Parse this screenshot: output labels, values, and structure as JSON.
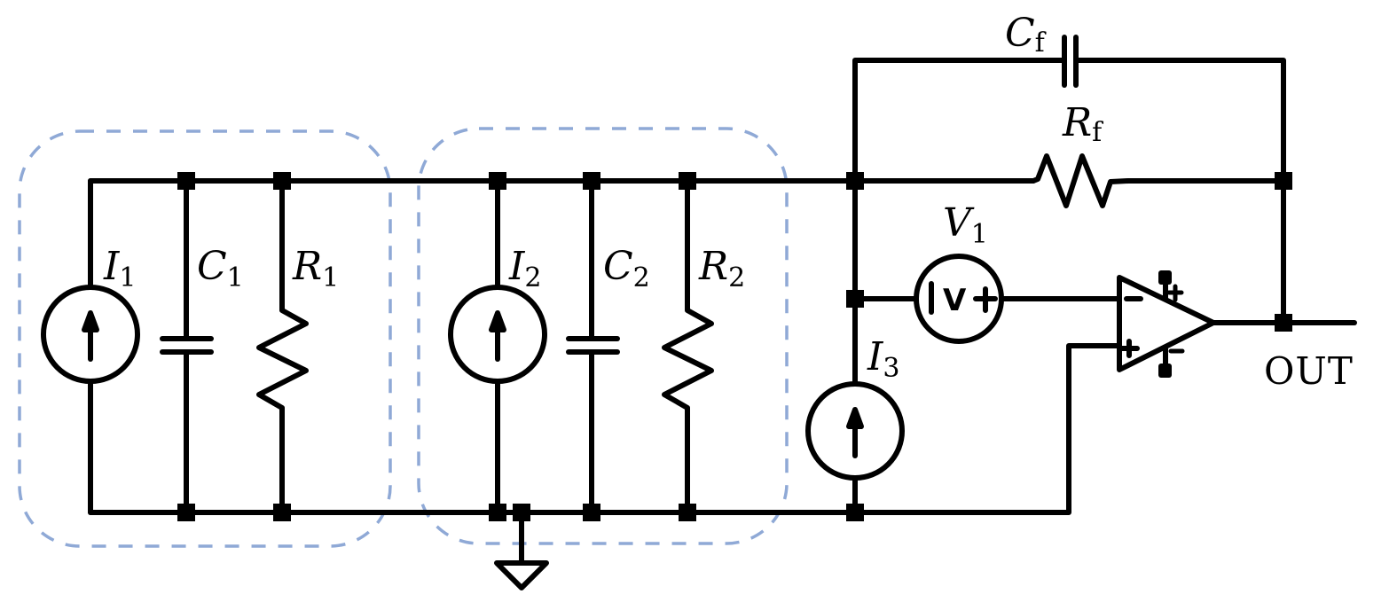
{
  "diagram": {
    "type": "circuit-schematic",
    "group_outline_color": "#8fa9d6",
    "wire_color": "#000000",
    "groups": [
      {
        "id": "stage-1",
        "components": [
          "I1",
          "C1",
          "R1"
        ]
      },
      {
        "id": "stage-2",
        "components": [
          "I2",
          "C2",
          "R2"
        ]
      }
    ],
    "labels": {
      "I1": {
        "main": "I",
        "sub": "1"
      },
      "C1": {
        "main": "C",
        "sub": "1"
      },
      "R1": {
        "main": "R",
        "sub": "1"
      },
      "I2": {
        "main": "I",
        "sub": "2"
      },
      "C2": {
        "main": "C",
        "sub": "2"
      },
      "R2": {
        "main": "R",
        "sub": "2"
      },
      "I3": {
        "main": "I",
        "sub": "3"
      },
      "V1": {
        "main": "V",
        "sub": "1"
      },
      "Cf": {
        "main": "C",
        "sub": "f"
      },
      "Rf": {
        "main": "R",
        "sub": "f"
      },
      "out": "OUT"
    },
    "symbols": {
      "voltage_source_text": "V",
      "plus": "+",
      "minus": "−"
    },
    "components": [
      {
        "name": "I1",
        "kind": "current-source",
        "direction": "up"
      },
      {
        "name": "C1",
        "kind": "capacitor"
      },
      {
        "name": "R1",
        "kind": "resistor"
      },
      {
        "name": "I2",
        "kind": "current-source",
        "direction": "up"
      },
      {
        "name": "C2",
        "kind": "capacitor"
      },
      {
        "name": "R2",
        "kind": "resistor"
      },
      {
        "name": "I3",
        "kind": "current-source",
        "direction": "up"
      },
      {
        "name": "V1",
        "kind": "voltage-source"
      },
      {
        "name": "Cf",
        "kind": "capacitor",
        "role": "feedback"
      },
      {
        "name": "Rf",
        "kind": "resistor",
        "role": "feedback"
      },
      {
        "name": "U1",
        "kind": "op-amp",
        "inputs": [
          "inverting",
          "non-inverting"
        ]
      },
      {
        "name": "GND",
        "kind": "ground"
      }
    ]
  }
}
